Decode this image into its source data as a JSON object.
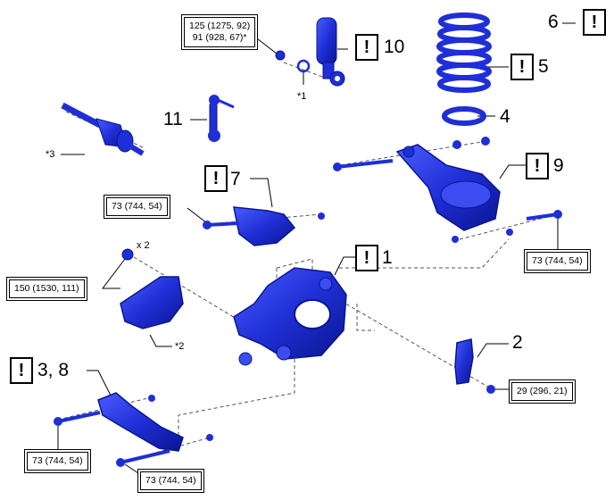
{
  "callouts": {
    "c1": "1",
    "c2": "2",
    "c3_8": "3, 8",
    "c4": "4",
    "c5": "5",
    "c6": "6",
    "c7": "7",
    "c9": "9",
    "c10": "10",
    "c11": "11",
    "note1": "*1",
    "note2": "*2",
    "note3": "*3",
    "qty": "x 2"
  },
  "caution_symbol": "!",
  "torques": {
    "t_top_line1": "125 (1275, 92)",
    "t_top_line2": "91 (928, 67)*",
    "t_left_upper": "73 (744, 54)",
    "t_150": "150 (1530, 111)",
    "t_right": "73 (744, 54)",
    "t_29": "29 (296, 21)",
    "t_bottom_left": "73 (744, 54)",
    "t_bottom_mid": "73 (744, 54)"
  },
  "colors": {
    "part_blue": "#1f2fd6",
    "part_dark": "#0a1590",
    "line": "#000000"
  }
}
